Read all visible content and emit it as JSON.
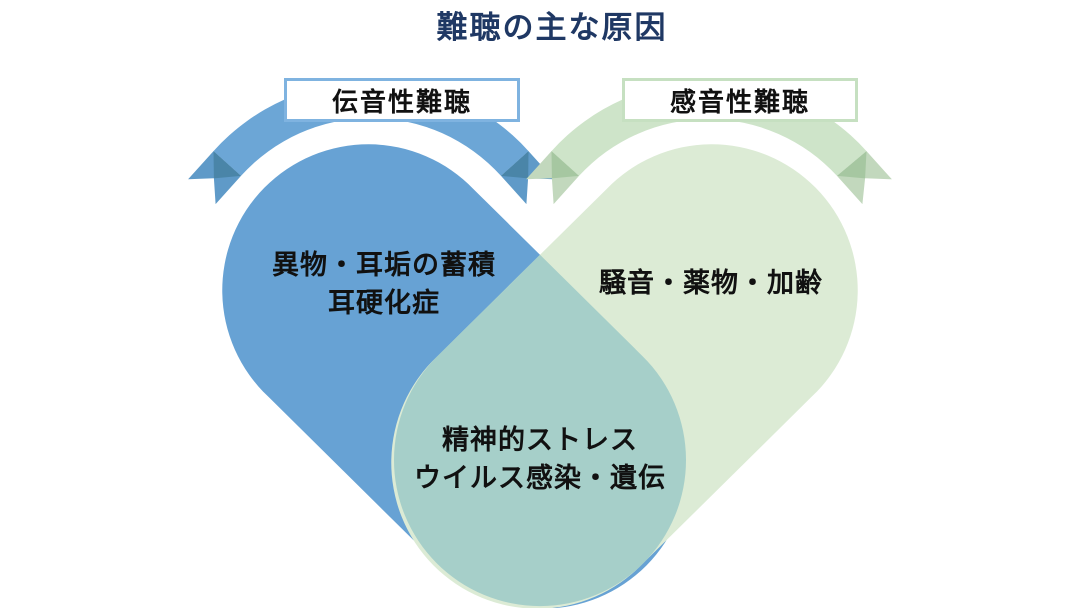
{
  "title": "難聴の主な原因",
  "colors": {
    "title_navy": "#1F3864",
    "blue_lobe": "#67A2D4",
    "blue_ribbon": "#6CA6D6",
    "blue_ribbon_flag": "#5F9AC8",
    "blue_ribbon_fold": "#4A85A8",
    "green_lobe": "#DCEBD5",
    "green_ribbon": "#CEE4C9",
    "green_ribbon_flag": "#C2D8BD",
    "green_ribbon_fold": "#A6C7A1",
    "overlap_teal": "#A6CFC9",
    "blue_box_border": "#7FB3E0",
    "green_box_border": "#C6E0C1",
    "text_black": "#111111",
    "background": "#FFFFFF"
  },
  "venn": {
    "left": {
      "label": "伝音性難聴",
      "items": [
        "異物・耳垢の蓄積",
        "耳硬化症"
      ]
    },
    "right": {
      "label": "感音性難聴",
      "items": [
        "騒音・薬物・加齢"
      ]
    },
    "overlap": {
      "items": [
        "精神的ストレス",
        "ウイルス感染・遺伝"
      ]
    }
  }
}
